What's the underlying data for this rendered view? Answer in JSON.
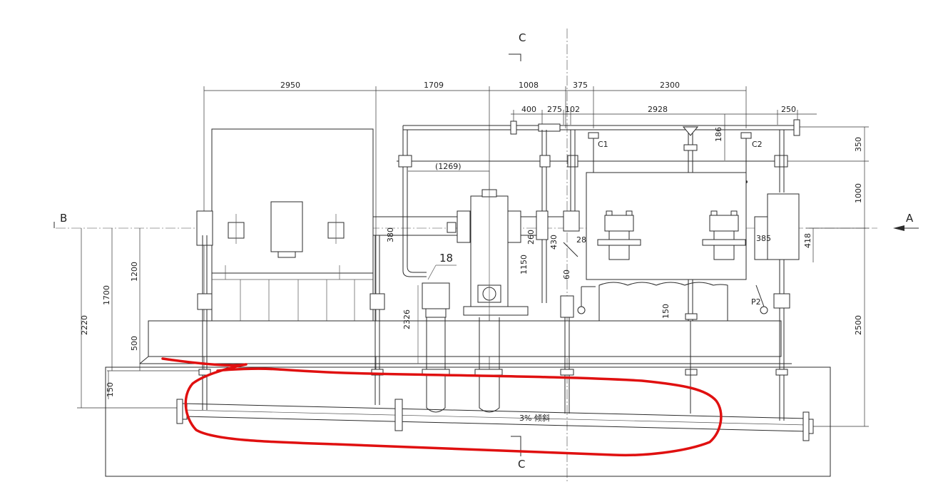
{
  "drawing": {
    "section_marks": {
      "top": "C",
      "bottom": "C",
      "left": "B",
      "right": "A"
    },
    "top_dims": [
      "2950",
      "1709",
      "1008",
      "375",
      "2300"
    ],
    "second_dims": [
      "400",
      "275",
      "102",
      "2928",
      "250"
    ],
    "ref_dim": "(1269)",
    "right_dims": [
      "350",
      "1000",
      "2500",
      "186",
      "418"
    ],
    "left_dims": [
      "2220",
      "1700",
      "1200",
      "500",
      "150"
    ],
    "inner_dims": [
      "1200",
      "385",
      "280",
      "430",
      "60",
      "1150",
      "2326",
      "380",
      "260",
      "150"
    ],
    "labels": {
      "item_18": "18",
      "c1": "C1",
      "c2": "C2",
      "p2": "P2"
    },
    "slope_note": "3% 倾斜"
  },
  "annotation": {
    "color": "#e01010",
    "type": "hand-drawn highlight loop"
  }
}
